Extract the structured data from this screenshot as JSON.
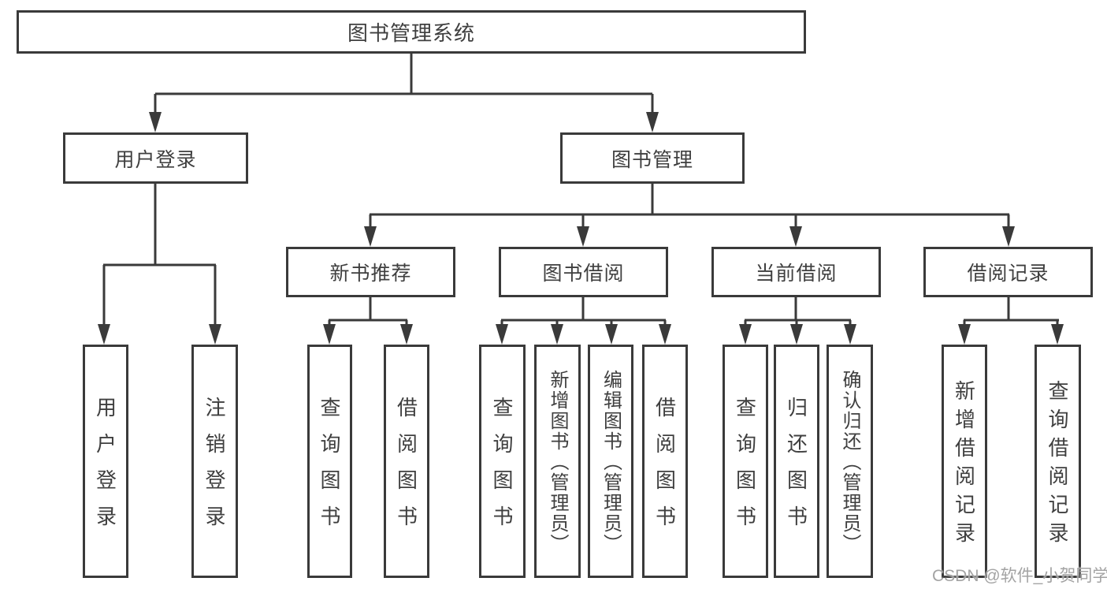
{
  "diagram": {
    "root": "图书管理系统",
    "level2": [
      "用户登录",
      "图书管理"
    ],
    "level3": [
      "新书推荐",
      "图书借阅",
      "当前借阅",
      "借阅记录"
    ],
    "leaves": {
      "user_login": [
        "用户登录",
        "注销登录"
      ],
      "new_books": [
        "查询图书",
        "借阅图书"
      ],
      "book_borrow": [
        "查询图书",
        "新增图书（管理员）",
        "编辑图书（管理员）",
        "借阅图书"
      ],
      "current_borrow": [
        "查询图书",
        "归还图书",
        "确认归还（管理员）"
      ],
      "borrow_records": [
        "新增借阅记录",
        "查询借阅记录"
      ]
    },
    "line_color": "#3a3a3a"
  },
  "watermark": "CSDN @软件_小贺同学"
}
